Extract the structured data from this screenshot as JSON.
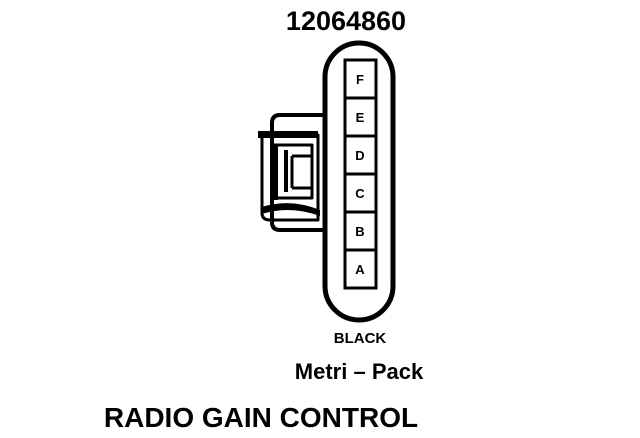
{
  "connector": {
    "part_number": "12064860",
    "pins": [
      "F",
      "E",
      "D",
      "C",
      "B",
      "A"
    ],
    "color": "BLACK",
    "series": "Metri – Pack"
  },
  "title": "RADIO GAIN CONTROL",
  "colors": {
    "ink": "#000000",
    "background": "#ffffff"
  }
}
